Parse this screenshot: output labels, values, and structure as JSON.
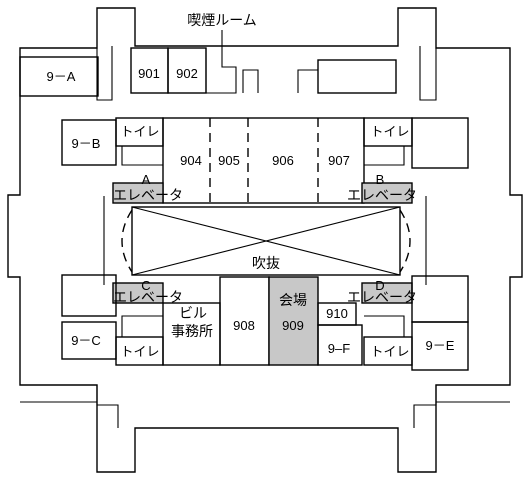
{
  "map": {
    "highlight_color": "#c8c8c8",
    "line_color": "#000000",
    "smoking_room": "喫煙ルーム",
    "atrium": "吹抜",
    "building_office": [
      "ビル",
      "事務所"
    ],
    "venue": {
      "name": "会場",
      "number": "909"
    },
    "rooms": {
      "r901": "901",
      "r902": "902",
      "r904": "904",
      "r905": "905",
      "r906": "906",
      "r907": "907",
      "r908": "908",
      "r910": "910",
      "r9a": "9－A",
      "r9b": "9－B",
      "r9c": "9－C",
      "r9e": "9－E",
      "r9f": "9–F"
    },
    "toilet": "トイレ",
    "elevators": {
      "a": {
        "letter": "A",
        "label": "エレベータ"
      },
      "b": {
        "letter": "B",
        "label": "エレベータ"
      },
      "c": {
        "letter": "C",
        "label": "エレベータ"
      },
      "d": {
        "letter": "D",
        "label": "エレベータ"
      }
    }
  }
}
